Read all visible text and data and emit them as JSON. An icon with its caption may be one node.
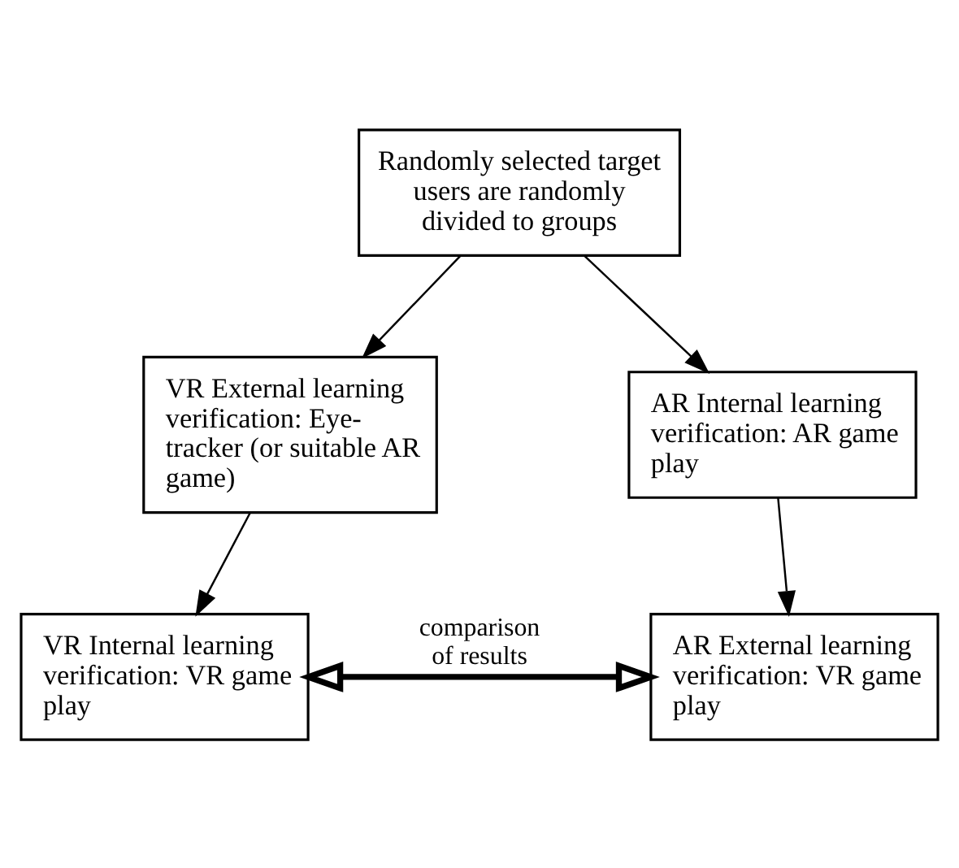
{
  "diagram": {
    "nodes": [
      {
        "text": [
          "Randomly selected target users are randomly divided to groups"
        ]
      },
      {
        "text": [
          "VR External learning verification: Eye-tracker (or suitable AR game)"
        ]
      },
      {
        "text": [
          "AR Internal learning verification: AR game play"
        ]
      },
      {
        "text": [
          "VR Internal learning verification: VR game play"
        ]
      },
      {
        "text": [
          "AR External learning verification: VR game play"
        ]
      }
    ],
    "edges": [
      {
        "from": 0,
        "to": 1,
        "arrow": "to"
      },
      {
        "from": 0,
        "to": 2,
        "arrow": "to"
      },
      {
        "from": 1,
        "to": 3,
        "arrow": "to"
      },
      {
        "from": 2,
        "to": 4,
        "arrow": "to"
      },
      {
        "from": 3,
        "to": 4,
        "arrow": "both",
        "label": "comparison of results",
        "style": "thick"
      }
    ]
  }
}
